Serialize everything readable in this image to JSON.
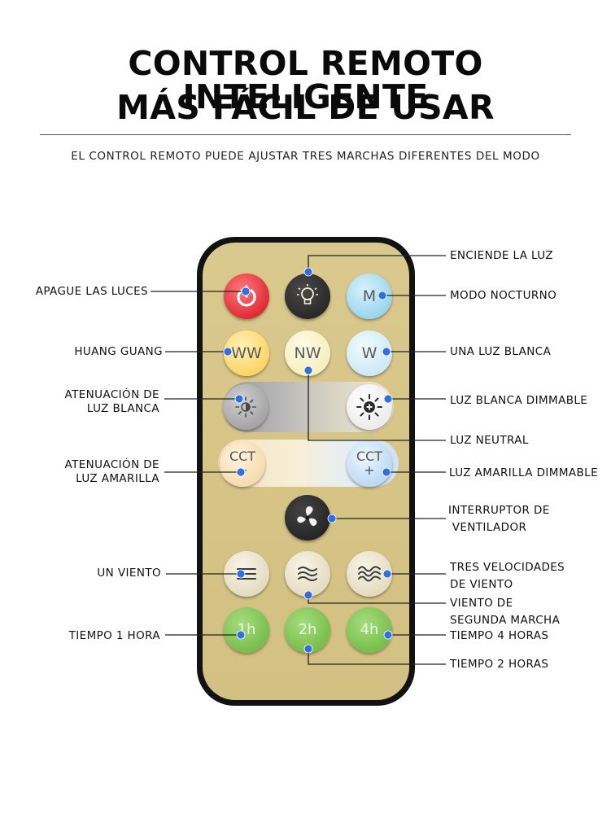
{
  "header": {
    "title_line1": "CONTROL REMOTO INTELIGENTE",
    "title_line2": "MÁS FÁCIL DE USAR",
    "subtitle": "EL CONTROL REMOTO PUEDE AJUSTAR TRES MARCHAS DIFERENTES DEL MODO"
  },
  "buttons": {
    "mode": "M",
    "ww": "WW",
    "nw": "NW",
    "w": "W",
    "cct_minus": "CCT\n−",
    "cct_plus": "CCT\n+",
    "timer_1h": "1h",
    "timer_2h": "2h",
    "timer_4h": "4h"
  },
  "labels_left": {
    "turn_off": "APAGUE LAS LUCES",
    "huang_guang": "HUANG GUANG",
    "white_dim": "ATENUACIÓN DE\nLUZ BLANCA",
    "yellow_dim": "ATENUACIÓN DE\nLUZ AMARILLA",
    "one_wind": "UN VIENTO",
    "timer_1h": "TIEMPO 1 HORA"
  },
  "labels_right": {
    "turn_on": "ENCIENDE LA LUZ",
    "night_mode": "MODO NOCTURNO",
    "white_light": "UNA LUZ BLANCA",
    "white_dimmable": "LUZ BLANCA DIMMABLE",
    "neutral": "LUZ NEUTRAL",
    "yellow_dimmable": "LUZ AMARILLA DIMMABLE",
    "fan_switch": "INTERRUPTOR DE\n VENTILADOR",
    "three_speeds": "TRES VELOCIDADES\nDE VIENTO",
    "second_speed": "VIENTO DE\nSEGUNDA MARCHA",
    "timer_4h": "TIEMPO 4 HORAS",
    "timer_2h": "TIEMPO 2 HORAS"
  },
  "colors": {
    "dot": "#2f6fe0",
    "line": "#222222",
    "remote_body": "#121212",
    "remote_face": "#d8c78b"
  },
  "icons": [
    "power-icon",
    "lightbulb-icon",
    "sun-minus-icon",
    "sun-plus-icon",
    "fan-icon",
    "wind-one-icon",
    "wind-two-icon",
    "wind-three-icon"
  ]
}
